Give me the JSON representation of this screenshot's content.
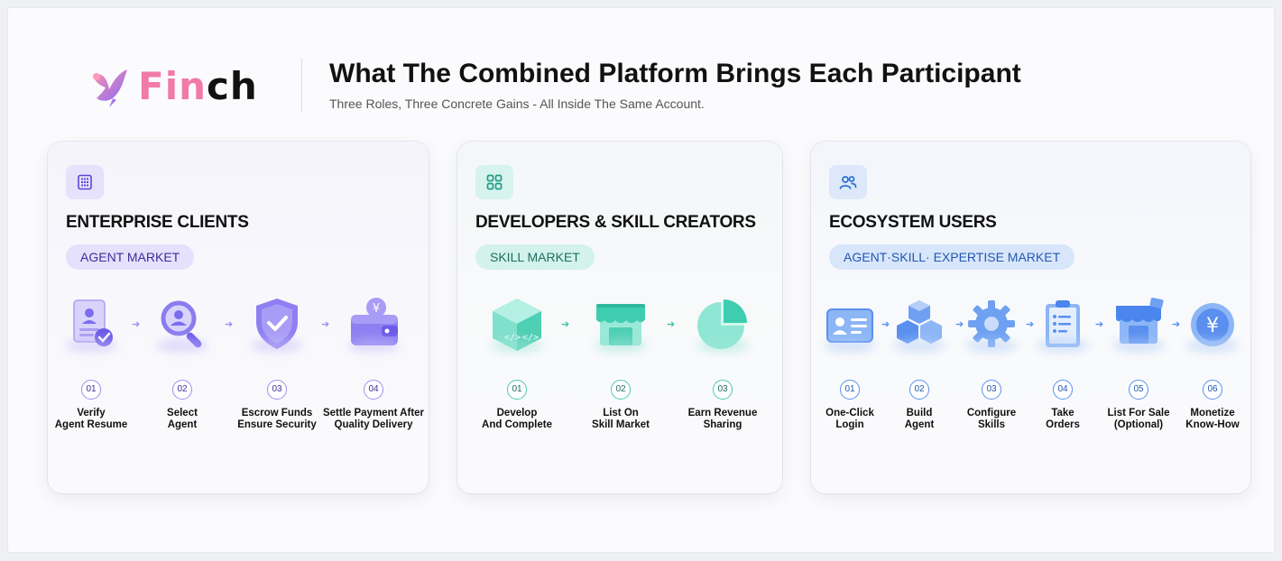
{
  "brand": {
    "name_pre": "Fin",
    "name_post": "ch"
  },
  "header": {
    "title": "What The Combined Platform Brings Each Participant",
    "subtitle": "Three Roles, Three Concrete Gains - All Inside The Same Account."
  },
  "colors": {
    "purple": "#7c6cf0",
    "teal": "#35c9ad",
    "blue": "#4a86ee",
    "pink": "#f07aa8"
  },
  "roles": [
    {
      "icon": "building-icon",
      "title": "ENTERPRISE CLIENTS",
      "market": "AGENT MARKET",
      "steps": [
        {
          "num": "01",
          "label": "Verify\nAgent Resume",
          "icon": "resume-check-icon"
        },
        {
          "num": "02",
          "label": "Select\nAgent",
          "icon": "magnifier-user-icon"
        },
        {
          "num": "03",
          "label": "Escrow Funds\nEnsure Security",
          "icon": "shield-check-icon"
        },
        {
          "num": "04",
          "label": "Settle Payment After\nQuality Delivery",
          "icon": "wallet-yen-icon"
        }
      ]
    },
    {
      "icon": "grid-icon",
      "title": "DEVELOPERS & SKILL CREATORS",
      "market": "SKILL MARKET",
      "steps": [
        {
          "num": "01",
          "label": "Develop\nAnd Complete",
          "icon": "code-cube-icon"
        },
        {
          "num": "02",
          "label": "List On\nSkill Market",
          "icon": "storefront-icon"
        },
        {
          "num": "03",
          "label": "Earn Revenue\nSharing",
          "icon": "pie-chart-icon"
        }
      ]
    },
    {
      "icon": "users-icon",
      "title": "ECOSYSTEM USERS",
      "market": "AGENT·SKILL· EXPERTISE MARKET",
      "steps": [
        {
          "num": "01",
          "label": "One-Click\nLogin",
          "icon": "id-card-icon"
        },
        {
          "num": "02",
          "label": "Build\nAgent",
          "icon": "cubes-icon"
        },
        {
          "num": "03",
          "label": "Configure\nSkills",
          "icon": "gear-icon"
        },
        {
          "num": "04",
          "label": "Take\nOrders",
          "icon": "clipboard-icon"
        },
        {
          "num": "05",
          "label": "List For Sale\n(Optional)",
          "icon": "shop-icon"
        },
        {
          "num": "06",
          "label": "Monetize\nKnow-How",
          "icon": "yen-coin-icon"
        }
      ]
    }
  ]
}
